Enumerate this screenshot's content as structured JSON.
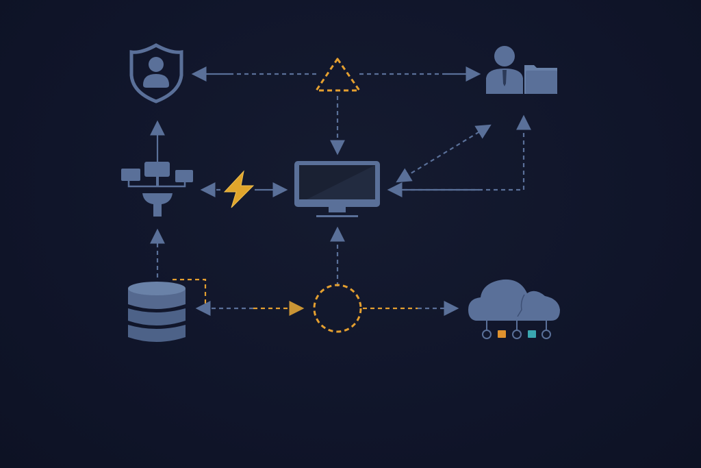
{
  "colors": {
    "background": "#111628",
    "primary": "#5a7099",
    "primary_light": "#7088b0",
    "accent": "#e5a030",
    "teal": "#3aa7b0"
  },
  "nodes": [
    {
      "id": "security-user",
      "icon": "shield-user-icon"
    },
    {
      "id": "alert",
      "icon": "warning-triangle-icon"
    },
    {
      "id": "admin",
      "icon": "user-folder-icon"
    },
    {
      "id": "network",
      "icon": "network-filter-icon"
    },
    {
      "id": "power",
      "icon": "lightning-icon"
    },
    {
      "id": "monitor",
      "icon": "monitor-icon"
    },
    {
      "id": "database",
      "icon": "database-icon"
    },
    {
      "id": "hub",
      "icon": "dashed-circle-icon"
    },
    {
      "id": "cloud",
      "icon": "cloud-network-icon"
    }
  ]
}
